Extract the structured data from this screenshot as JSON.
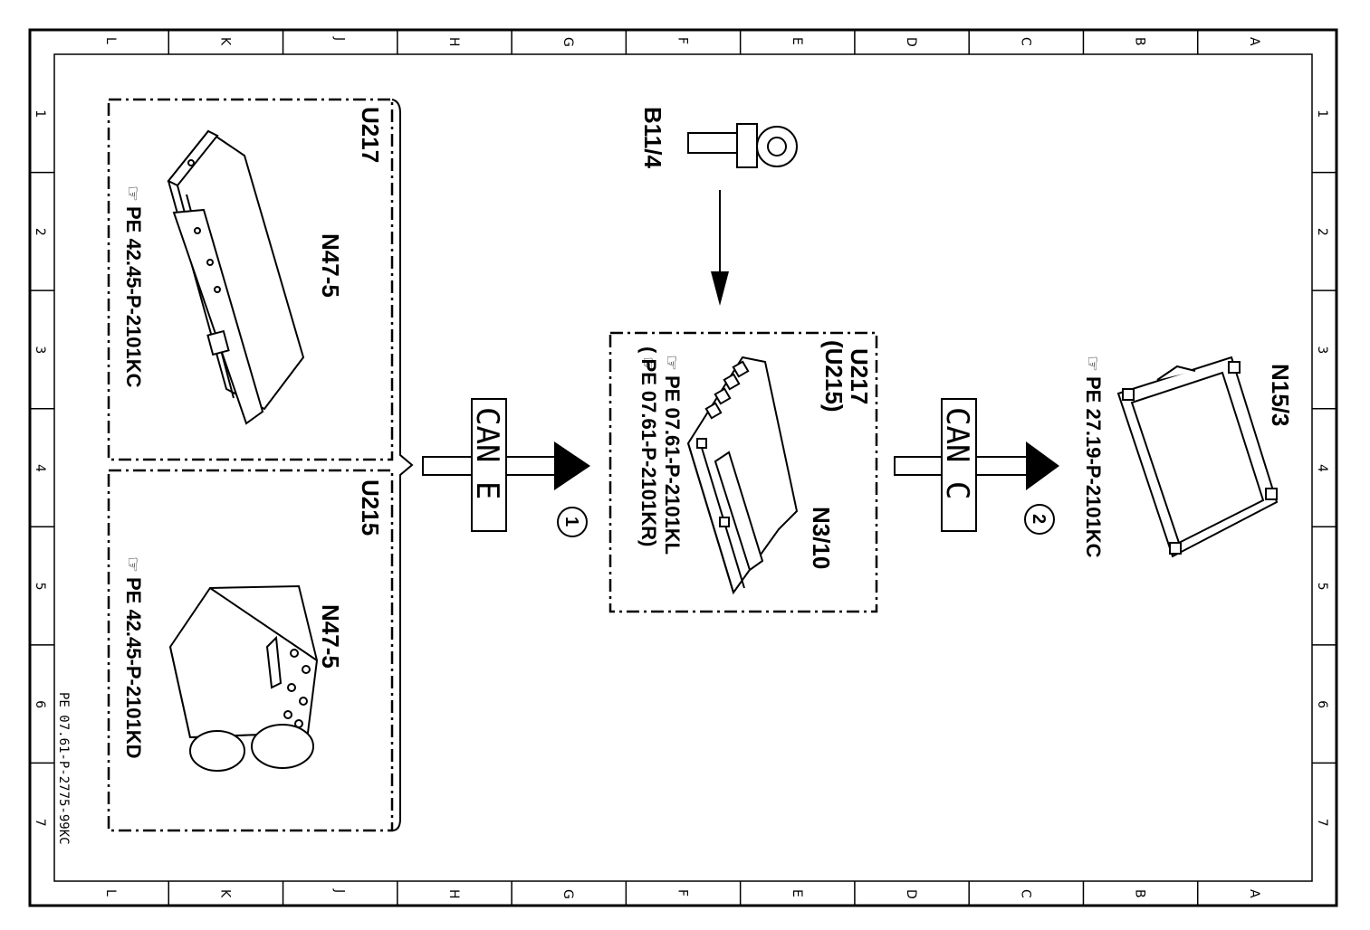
{
  "grid": {
    "columns": [
      "L",
      "K",
      "J",
      "H",
      "G",
      "F",
      "E",
      "D",
      "C",
      "B",
      "A"
    ],
    "rows": [
      "1",
      "2",
      "3",
      "4",
      "5",
      "6",
      "7"
    ]
  },
  "drawing_number": "PE 07.61-P-2775-99KC",
  "groups": {
    "left_upper": {
      "variant": "U217",
      "component": "N47-5",
      "ref": "PE  42.45-P-2101KC"
    },
    "left_lower": {
      "variant": "U215",
      "component": "N47-5",
      "ref": "PE  42.45-P-2101KD"
    },
    "center": {
      "variant": "U217",
      "variant_alt": "(U215)",
      "component": "N3/10",
      "ref_l": "PE  07.61-P-2101KL",
      "ref_r": "(   PE  07.61-P-2101KR)"
    },
    "sensor": {
      "component": "B11/4"
    },
    "right": {
      "component": "N15/3",
      "ref": "PE  27.19-P-2101KC"
    }
  },
  "buses": {
    "bus1": {
      "label": "CAN E",
      "step": "1"
    },
    "bus2": {
      "label": "CAN C",
      "step": "2"
    }
  }
}
